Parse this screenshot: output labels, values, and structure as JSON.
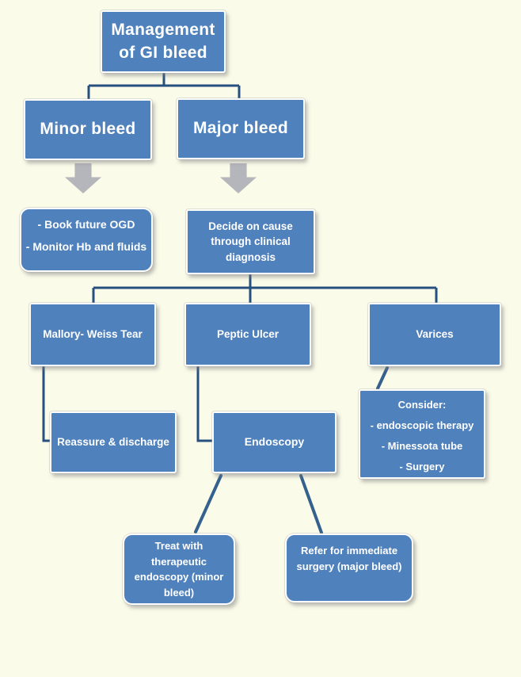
{
  "diagram": {
    "title": "Management of GI bleed",
    "colors": {
      "background": "#fbfbe9",
      "node_fill": "#4f81bd",
      "node_border": "#fdfdfd",
      "connector": "#27507f",
      "arrow": "#b5b5bc",
      "text": "#ffffff"
    }
  },
  "nodes": {
    "title": {
      "text": "Management of GI bleed"
    },
    "minor": {
      "text": "Minor bleed"
    },
    "major": {
      "text": "Major bleed"
    },
    "book": {
      "lines": [
        "- Book future OGD",
        "- Monitor Hb and fluids"
      ]
    },
    "decide": {
      "text": "Decide on cause through clinical diagnosis"
    },
    "mallory": {
      "text": "Mallory- Weiss Tear"
    },
    "peptic": {
      "text": "Peptic Ulcer"
    },
    "varices": {
      "text": "Varices"
    },
    "reassure": {
      "text": "Reassure & discharge"
    },
    "endoscopy": {
      "text": "Endoscopy"
    },
    "consider": {
      "lines": [
        "Consider:",
        "- endoscopic therapy",
        "- Minessota tube",
        "- Surgery"
      ]
    },
    "treat": {
      "text": "Treat with therapeutic endoscopy (minor bleed)"
    },
    "refer": {
      "text": "Refer for immediate surgery (major bleed)"
    }
  }
}
